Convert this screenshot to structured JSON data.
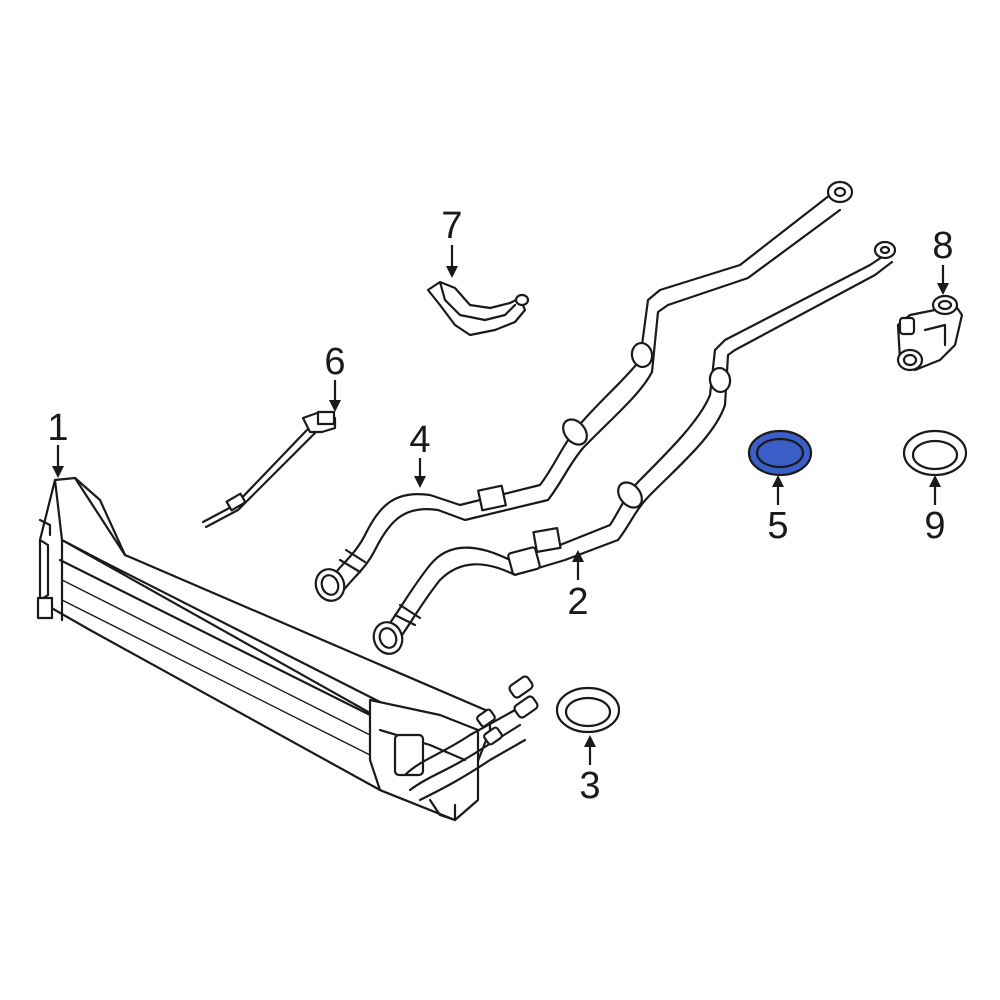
{
  "diagram": {
    "highlight_color": "#3a5fc8",
    "callouts": [
      {
        "id": "1",
        "label": "1"
      },
      {
        "id": "2",
        "label": "2"
      },
      {
        "id": "3",
        "label": "3"
      },
      {
        "id": "4",
        "label": "4"
      },
      {
        "id": "5",
        "label": "5",
        "highlighted": true
      },
      {
        "id": "6",
        "label": "6"
      },
      {
        "id": "7",
        "label": "7"
      },
      {
        "id": "8",
        "label": "8"
      },
      {
        "id": "9",
        "label": "9"
      }
    ]
  }
}
